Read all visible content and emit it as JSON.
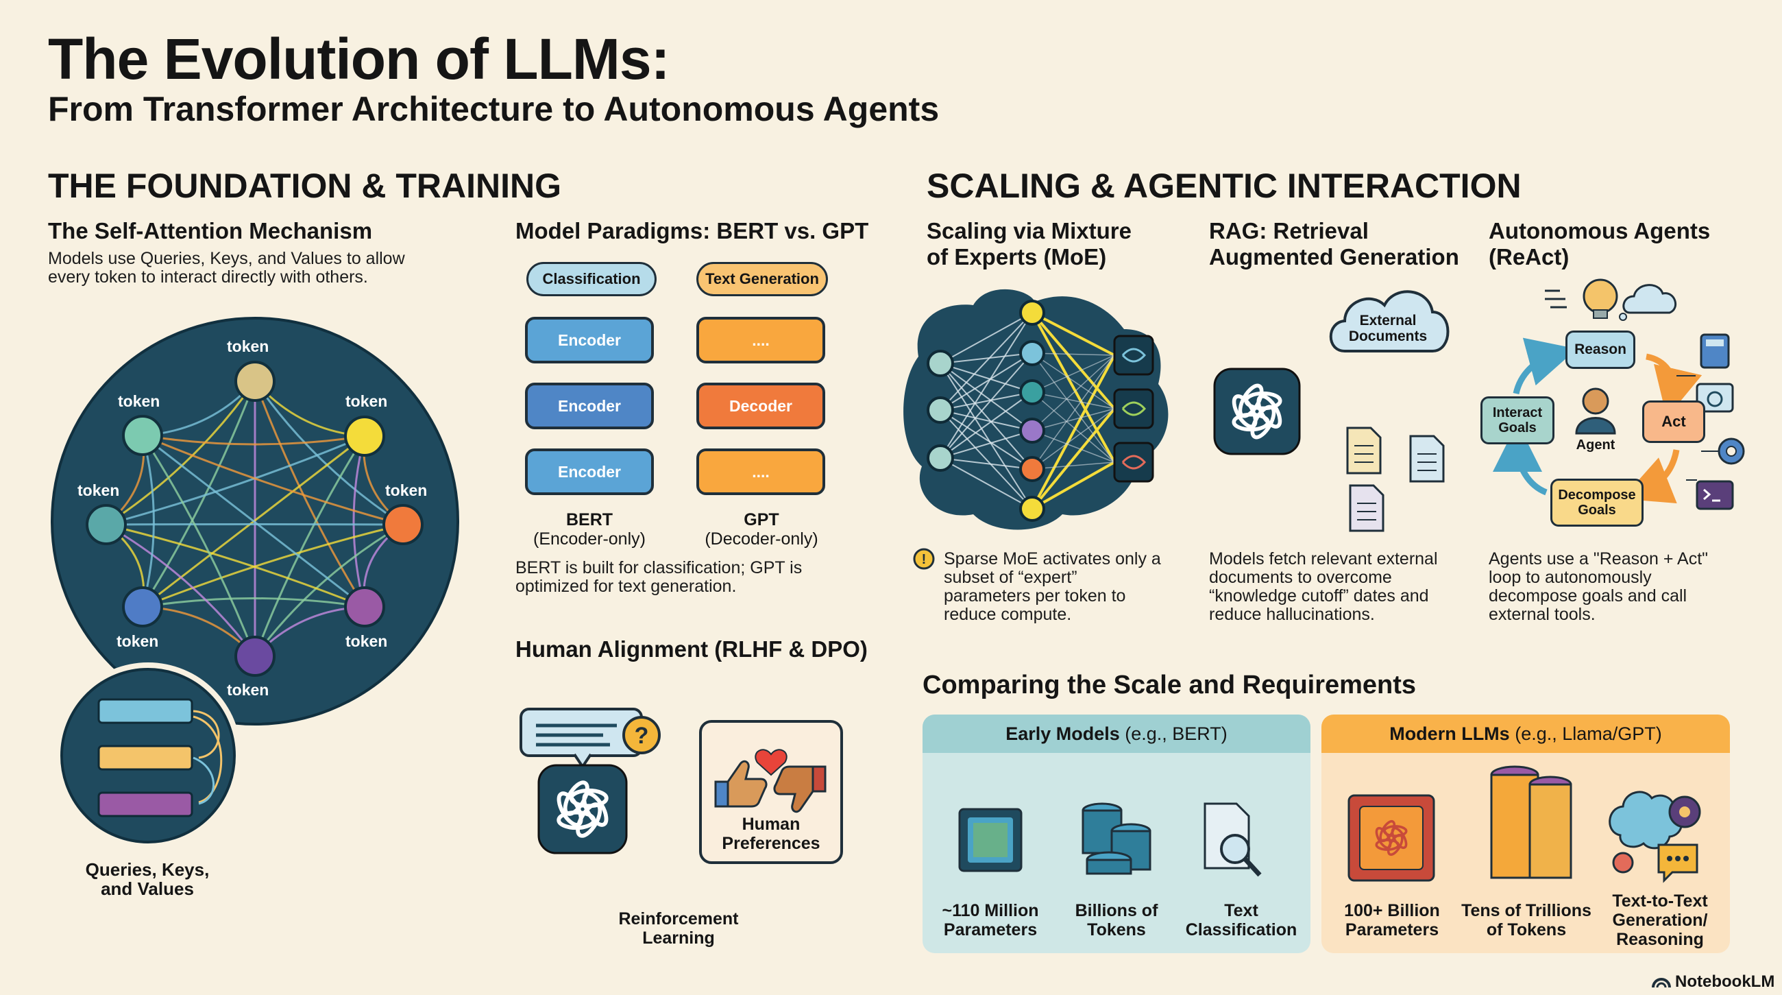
{
  "header": {
    "title": "The Evolution of LLMs:",
    "subtitle": "From Transformer Architecture to Autonomous Agents"
  },
  "left_section": {
    "title": "THE FOUNDATION & TRAINING",
    "attention": {
      "title": "The Self-Attention Mechanism",
      "desc_l1": "Models use Queries, Keys, and Values to allow",
      "desc_l2": "every token to interact directly with others.",
      "token_labels": [
        "token",
        "token",
        "token",
        "token",
        "token",
        "token",
        "token",
        "token"
      ],
      "qkv_l1": "Queries, Keys,",
      "qkv_l2": "and Values"
    },
    "paradigms": {
      "title": "Model Paradigms: BERT vs. GPT",
      "bert_pill": "Classification",
      "gpt_pill": "Text Generation",
      "encoder": "Encoder",
      "decoder": "Decoder",
      "dots": "....",
      "bert_name": "BERT",
      "bert_type": "(Encoder-only)",
      "gpt_name": "GPT",
      "gpt_type": "(Decoder-only)",
      "desc_l1": "BERT is built for classification; GPT is",
      "desc_l2": "optimized for text generation."
    },
    "alignment": {
      "title": "Human Alignment (RLHF & DPO)",
      "pref_l1": "Human",
      "pref_l2": "Preferences",
      "rl_l1": "Reinforcement",
      "rl_l2": "Learning"
    }
  },
  "right_section": {
    "title": "SCALING & AGENTIC INTERACTION",
    "moe": {
      "title_l1": "Scaling via Mixture",
      "title_l2": "of Experts (MoE)",
      "desc_l1": "Sparse MoE activates only a",
      "desc_l2": "subset of “expert”",
      "desc_l3": "parameters per token to",
      "desc_l4": "reduce compute."
    },
    "rag": {
      "title_l1": "RAG: Retrieval",
      "title_l2": "Augmented Generation",
      "cloud_l1": "External",
      "cloud_l2": "Documents",
      "desc_l1": "Models fetch relevant external",
      "desc_l2": "documents to overcome",
      "desc_l3": "“knowledge cutoff” dates and",
      "desc_l4": "reduce hallucinations."
    },
    "agents": {
      "title_l1": "Autonomous Agents",
      "title_l2": "(ReAct)",
      "reason": "Reason",
      "act": "Act",
      "interact_l1": "Interact",
      "interact_l2": "Goals",
      "decompose_l1": "Decompose",
      "decompose_l2": "Goals",
      "agent": "Agent",
      "desc_l1": "Agents use a \"Reason + Act\"",
      "desc_l2": "loop to autonomously",
      "desc_l3": "decompose goals and call",
      "desc_l4": "external tools."
    },
    "comparison": {
      "title": "Comparing the Scale and Requirements",
      "early_bold": "Early Models",
      "early_rest": " (e.g., BERT)",
      "modern_bold": "Modern LLMs",
      "modern_rest": " (e.g., Llama/GPT)",
      "early_items": [
        {
          "l1": "~110 Million",
          "l2": "Parameters"
        },
        {
          "l1": "Billions of",
          "l2": "Tokens"
        },
        {
          "l1": "Text",
          "l2": "Classification"
        }
      ],
      "modern_items": [
        {
          "l1": "100+ Billion",
          "l2": "Parameters",
          "l3": ""
        },
        {
          "l1": "Tens of Trillions",
          "l2": "of Tokens",
          "l3": ""
        },
        {
          "l1": "Text-to-Text",
          "l2": "Generation/",
          "l3": "Reasoning"
        }
      ]
    }
  },
  "footer": {
    "brand": "NotebookLM"
  },
  "colors": {
    "background": "#f8f1e1",
    "navy": "#1f4a5e",
    "encoder_blue": "#5b9fd0",
    "decoder_orange": "#f07a3c",
    "gpt_orange": "#f9a73e",
    "teal_panel": "#cfe7e6",
    "orange_panel": "#fbe3c2"
  }
}
